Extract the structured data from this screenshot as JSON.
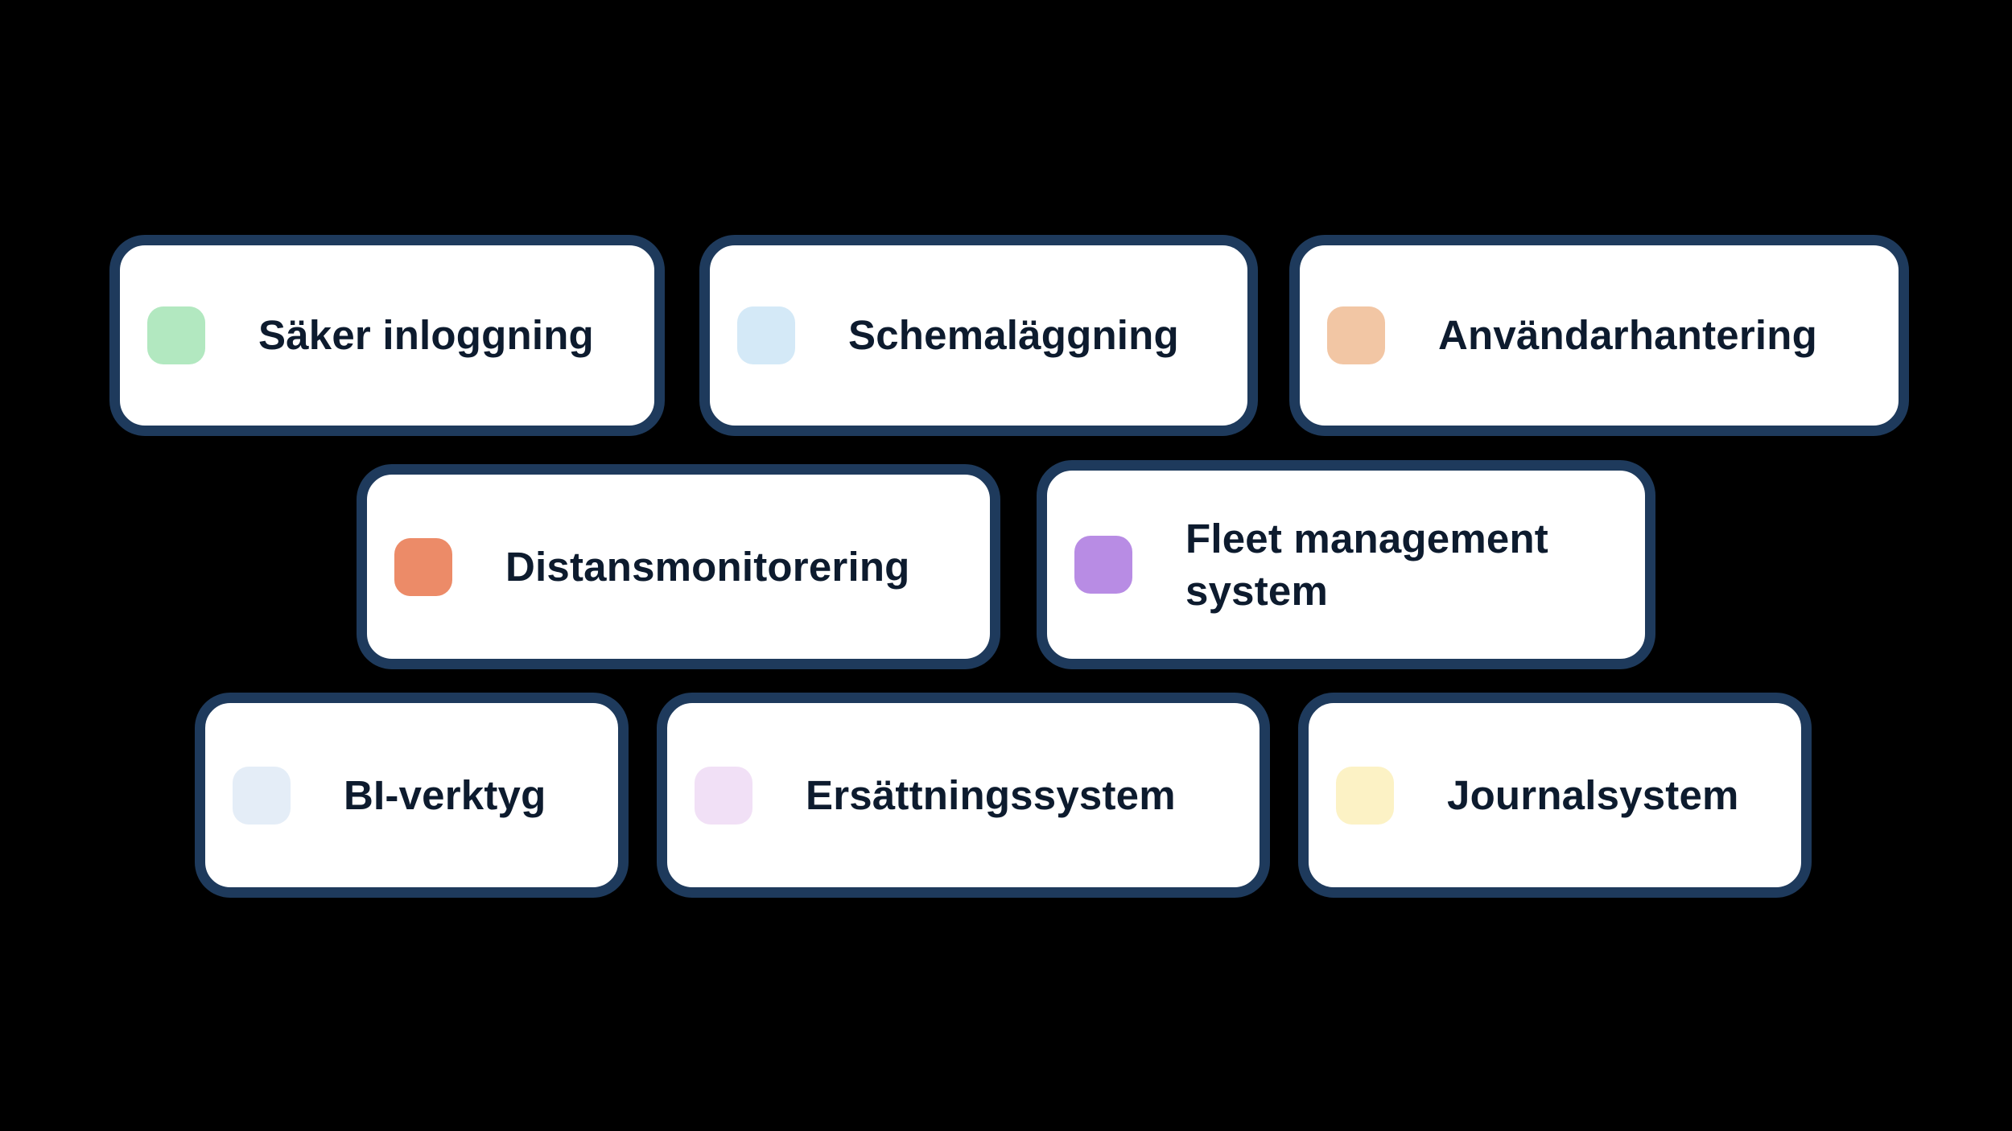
{
  "canvas": {
    "background_color": "#000000"
  },
  "card_style": {
    "border_color": "#1e3a5c",
    "background_color": "#ffffff",
    "text_color": "#0d1b2e"
  },
  "cards": [
    {
      "label": "Säker inloggning",
      "icon": "mint-green-swatch-icon",
      "icon_color": "#b2e8c0"
    },
    {
      "label": "Schemaläggning",
      "icon": "light-blue-swatch-icon",
      "icon_color": "#d4e9f7"
    },
    {
      "label": "Användarhantering",
      "icon": "peach-swatch-icon",
      "icon_color": "#f2c6a4"
    },
    {
      "label": "Distansmonitorering",
      "icon": "coral-swatch-icon",
      "icon_color": "#ec8b68"
    },
    {
      "label": "Fleet management system",
      "icon": "purple-swatch-icon",
      "icon_color": "#b88ce4"
    },
    {
      "label": "BI-verktyg",
      "icon": "pale-blue-swatch-icon",
      "icon_color": "#e4edf7"
    },
    {
      "label": "Ersättningssystem",
      "icon": "lavender-swatch-icon",
      "icon_color": "#f1e0f6"
    },
    {
      "label": "Journalsystem",
      "icon": "pale-yellow-swatch-icon",
      "icon_color": "#fcf2c5"
    }
  ]
}
